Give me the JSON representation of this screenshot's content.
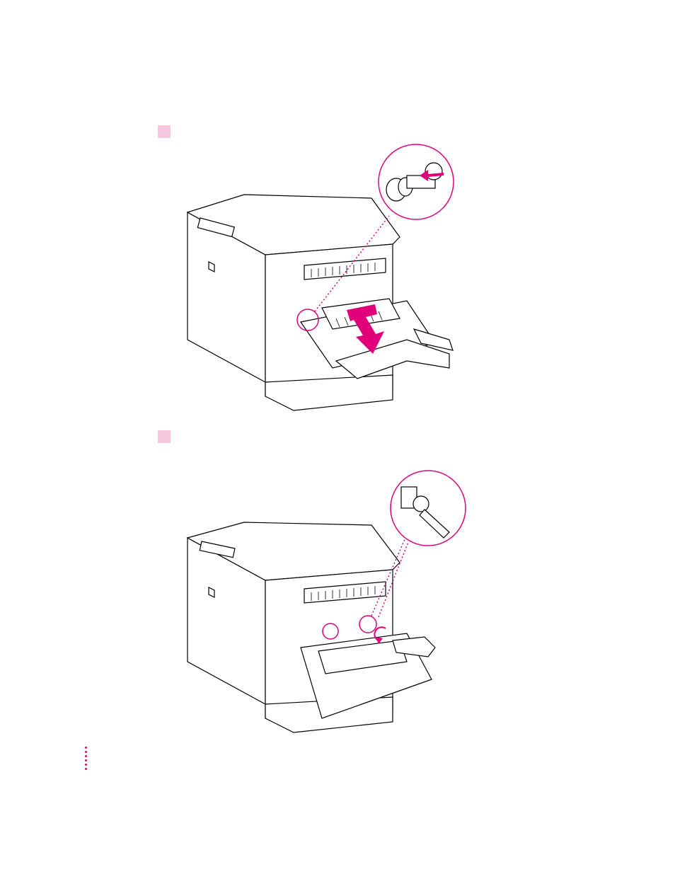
{
  "page": {
    "accent_color": "#e0007a",
    "marker_color": "#f6c8df",
    "line_color": "#000000"
  },
  "steps": [
    {
      "figure": {
        "subject": "printer",
        "callout_icon": "knob-release-detail",
        "action_icon": "pull-down-arrow"
      }
    },
    {
      "figure": {
        "subject": "printer",
        "callout_icon": "knob-rotate-detail",
        "action_icon": "rotate-arrow"
      }
    }
  ],
  "margin_ornament": {
    "icon": "vertical-dot-rule",
    "dot_count": 6
  }
}
